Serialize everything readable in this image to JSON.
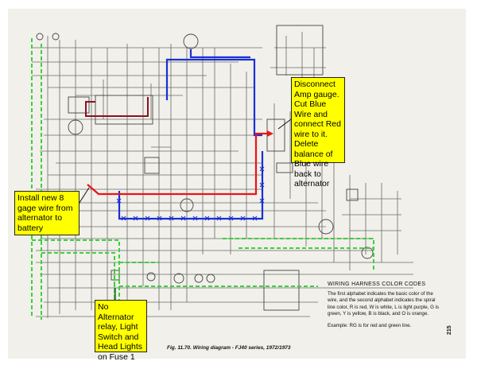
{
  "callouts": {
    "disconnect": "Disconnect Amp gauge. Cut Blue Wire and connect Red wire to it. Delete balance of Blue wire back to alternator",
    "install": "Install new 8 gage wire from alternator to battery",
    "relay": "No Alternator relay, Light Switch and Head Lights on Fuse 1"
  },
  "harness": {
    "title": "WIRING HARNESS COLOR CODES",
    "paragraph": "The first alphabet indicates the basic color of the wire, and the second alphabet indicates the spiral line color, R is red, W is white, L is light purple, G is green, Y is yellow, B is black, and O is orange.",
    "example": "Example: RG is for red and green line."
  },
  "figure": {
    "caption": "Fig. 11.70. Wiring diagram - FJ40 series, 1972/1973",
    "page_number": "215"
  },
  "colors": {
    "callout_fill": "#ffff00",
    "new_wire": "#e8141a",
    "blue_wire": "#1a2fd6",
    "green_dashed": "#3fcf3f",
    "diagram_line": "#6a6a6a",
    "sheet": "#f1f0ea"
  }
}
